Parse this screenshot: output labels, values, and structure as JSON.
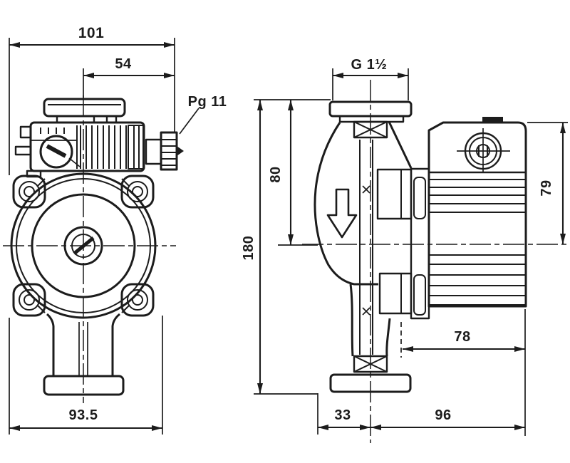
{
  "colors": {
    "ink": "#1c1c1c",
    "paper": "#ffffff"
  },
  "dims": {
    "overall_width": "101",
    "center_to_gland": "54",
    "gland_thread": "Pg 11",
    "union_nut_width": "93.5",
    "port_thread": "G 1½",
    "port_to_axis": "80",
    "port_to_port": "180",
    "axis_to_box_top": "79",
    "motor_length": "78",
    "axis_to_foot": "33",
    "axis_to_motor_end": "96"
  }
}
